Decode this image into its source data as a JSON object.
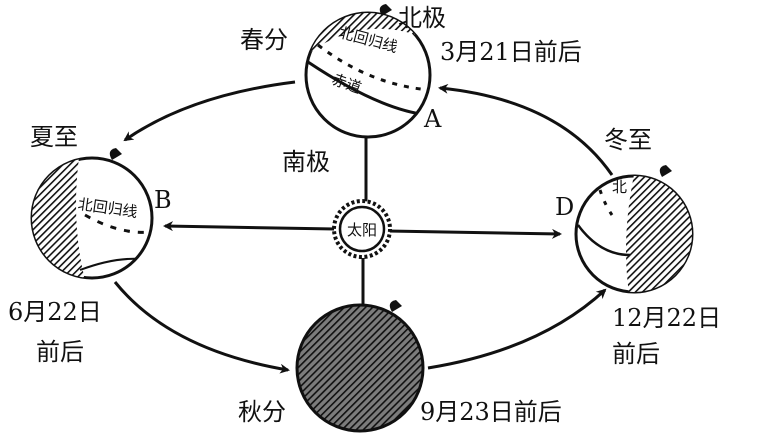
{
  "labels": {
    "spring_equinox": "春分",
    "north_pole": "北极",
    "spring_date": "3月21日前后",
    "tropic_of_cancer": "北回归线",
    "equator": "赤道",
    "point_a": "A",
    "south_pole": "南极",
    "summer_solstice": "夏至",
    "point_b": "B",
    "summer_date_line1": "6月22日",
    "summer_date_line2": "前后",
    "tropic_left": "北回归线",
    "sun": "太阳",
    "winter_solstice": "冬至",
    "point_d": "D",
    "tropic_right_fragment": "北",
    "winter_date_line1": "12月22日",
    "winter_date_line2": "前后",
    "autumn_equinox": "秋分",
    "autumn_date": "9月23日前后"
  },
  "colors": {
    "ink": "#111111",
    "background": "#ffffff"
  }
}
